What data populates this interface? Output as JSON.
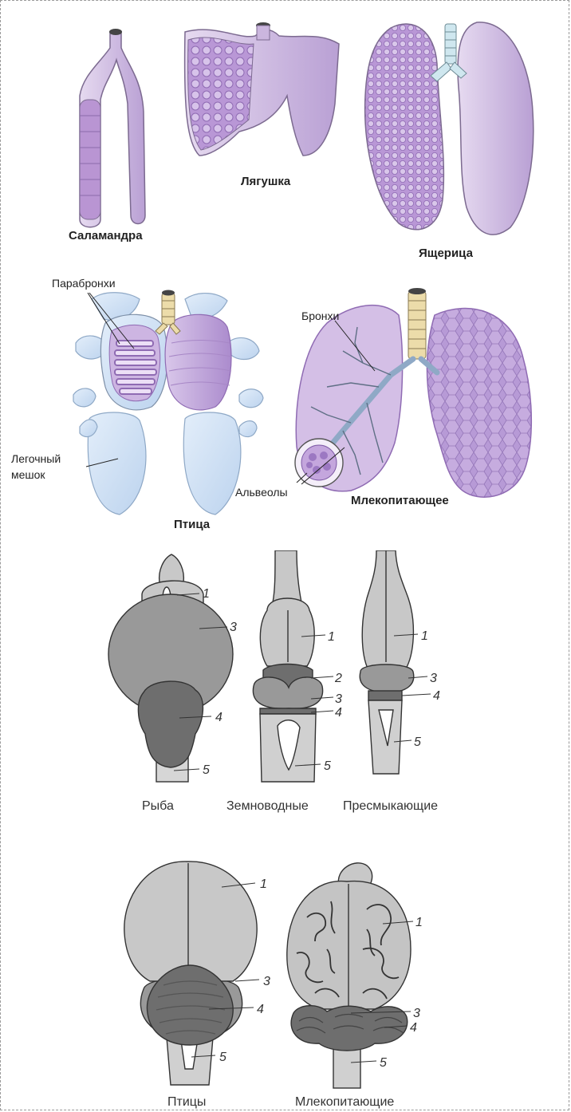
{
  "lungs": {
    "salamander": "Саламандра",
    "frog": "Лягушка",
    "lizard": "Ящерица",
    "bird": "Птица",
    "mammal": "Млекопитающее",
    "parabronchi": "Парабронхи",
    "lung_sac_line1": "Легочный",
    "lung_sac_line2": "мешок",
    "bronchi": "Бронхи",
    "alveoli": "Альвеолы"
  },
  "brains_row1": {
    "fish": "Рыба",
    "amphibians": "Земноводные",
    "reptiles": "Пресмыкающие",
    "n1": "1",
    "n2": "2",
    "n3": "3",
    "n4": "4",
    "n5": "5"
  },
  "brains_row2": {
    "birds": "Птицы",
    "mammals": "Млекопитающие",
    "n1": "1",
    "n3": "3",
    "n4": "4",
    "n5": "5"
  },
  "colors": {
    "lung_fill": "#c9b1dd",
    "lung_dark": "#9e7fc0",
    "bird_sac": "#cfe0f4",
    "trachea": "#e8d9a8",
    "brain_light": "#c8c8c8",
    "brain_mid": "#9a9a9a",
    "brain_dark": "#6e6e6e"
  }
}
